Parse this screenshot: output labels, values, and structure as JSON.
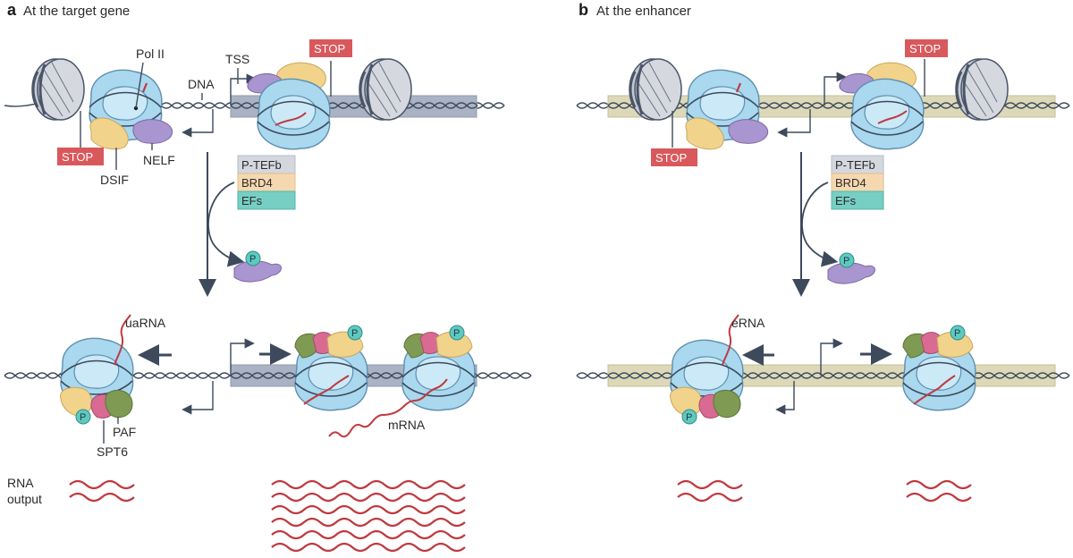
{
  "panel_a": {
    "letter": "a",
    "title": "At the target gene",
    "labels": {
      "pol2": "Pol II",
      "tss": "TSS",
      "dna": "DNA",
      "stop_left": "STOP",
      "stop_right": "STOP",
      "dsif": "DSIF",
      "nelf": "NELF",
      "uarna": "uaRNA",
      "paf": "PAF",
      "spt6": "SPT6",
      "mrna": "mRNA",
      "rna_output_line1": "RNA",
      "rna_output_line2": "output"
    },
    "factors": [
      "P-TEFb",
      "BRD4",
      "EFs"
    ],
    "phospho": "P"
  },
  "panel_b": {
    "letter": "b",
    "title": "At the enhancer",
    "labels": {
      "stop_left": "STOP",
      "stop_right": "STOP",
      "erna": "eRNA"
    },
    "factors": [
      "P-TEFb",
      "BRD4",
      "EFs"
    ],
    "phospho": "P"
  },
  "colors": {
    "polymerase": "#a9d8ef",
    "polymerase_edge": "#5f8fb0",
    "dna": "#3d4a5c",
    "gene_box": "#aab3c3",
    "enhancer_box": "#ddd9b8",
    "stop": "#d9585c",
    "rna": "#c0393f",
    "dsif": "#f1d38c",
    "nelf": "#a995cf",
    "paf": "#7f9a52",
    "spt6": "#d96b92",
    "p_tefb": "#d4d8de",
    "brd4": "#f6d8b0",
    "efs": "#77cfc4",
    "phospho": "#5fc9c0",
    "nucleosome": "#c7cad3"
  }
}
